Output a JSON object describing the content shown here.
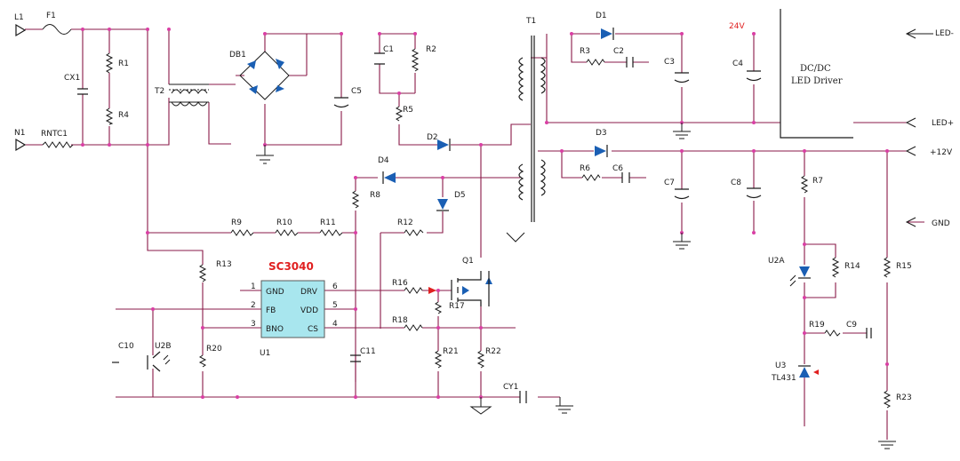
{
  "labels": {
    "L1": "L1",
    "N1": "N1",
    "F1": "F1",
    "CX1": "CX1",
    "R1": "R1",
    "R4": "R4",
    "RNTC1": "RNTC1",
    "T2": "T2",
    "DB1": "DB1",
    "C5": "C5",
    "C1": "C1",
    "R2": "R2",
    "R5": "R5",
    "D2": "D2",
    "D4": "D4",
    "R8": "R8",
    "D5": "D5",
    "R9": "R9",
    "R10": "R10",
    "R11": "R11",
    "R12": "R12",
    "R13": "R13",
    "R20": "R20",
    "C10": "C10",
    "U2B": "U2B",
    "C11": "C11",
    "R16": "R16",
    "R17": "R17",
    "R18": "R18",
    "R21": "R21",
    "R22": "R22",
    "Q1": "Q1",
    "CY1": "CY1",
    "T1": "T1",
    "D1": "D1",
    "R3": "R3",
    "C2": "C2",
    "C3": "C3",
    "C4": "C4",
    "D3": "D3",
    "R6": "R6",
    "C6": "C6",
    "C7": "C7",
    "C8": "C8",
    "R7": "R7",
    "U2A": "U2A",
    "R14": "R14",
    "R15": "R15",
    "R19": "R19",
    "C9": "C9",
    "U3": "U3",
    "TL431": "TL431",
    "R23": "R23",
    "U1": "U1",
    "v24": "24V"
  },
  "ic": {
    "name": "SC3040",
    "pins": {
      "p1": "1",
      "p2": "2",
      "p3": "3",
      "p4": "4",
      "p5": "5",
      "p6": "6",
      "gnd": "GND",
      "fb": "FB",
      "bno": "BNO",
      "drv": "DRV",
      "vdd": "VDD",
      "cs": "CS"
    }
  },
  "driver": {
    "line1": "DC/DC",
    "line2": "LED Driver"
  },
  "outputs": {
    "led_pos": "LED+",
    "led_neg": "LED-",
    "v12": "+12V",
    "gnd": "GND"
  },
  "colors": {
    "wire": "#8a1a48",
    "junction": "#d93fa4",
    "diode": "#1a5fb4",
    "highlight": "#e02020",
    "ic_fill": "#a8e6ee"
  }
}
